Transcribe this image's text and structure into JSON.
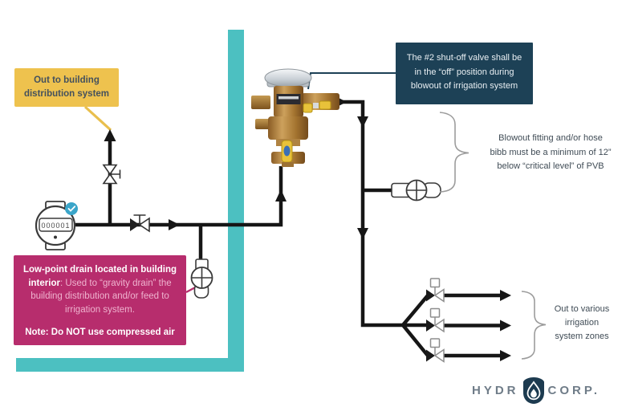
{
  "colors": {
    "wall_teal": "#4cc0c1",
    "pipe_black": "#161616",
    "yellow_box_bg": "#eec24e",
    "navy_box_bg": "#1d4156",
    "magenta_box_bg": "#b72d6d",
    "annotation_text": "#3f4b55",
    "brace_gray": "#9c9c9c",
    "meter_badge_blue": "#3aa5c9",
    "brass": "#a97d3f",
    "valve_handle_yellow": "#e8c23a",
    "logo_gray": "#6f7c88",
    "logo_navy": "#1d3b50"
  },
  "callouts": {
    "building": {
      "lines": [
        "Out to building",
        "distribution system"
      ]
    },
    "shutoff": {
      "lines": [
        "The #2 shut-off valve shall be",
        "in the “off” position during",
        "blowout of irrigation system"
      ]
    },
    "blowout": {
      "lines": [
        "Blowout fitting and/or hose",
        "bibb must be a minimum of 12”",
        "below “critical level” of PVB"
      ]
    },
    "zones": {
      "lines": [
        "Out to various",
        "irrigation",
        "system zones"
      ]
    },
    "drain": {
      "intro_bold": "Low-point drain located in building",
      "intro_bold2": "interior",
      "intro_rest": ": Used to “gravity drain” the building distribution and/or feed to irrigation system.",
      "note": "Note: Do NOT use compressed air"
    }
  },
  "meter": {
    "reading": "000001"
  },
  "logo": {
    "prefix": "HYDR",
    "suffix": "CORP."
  }
}
